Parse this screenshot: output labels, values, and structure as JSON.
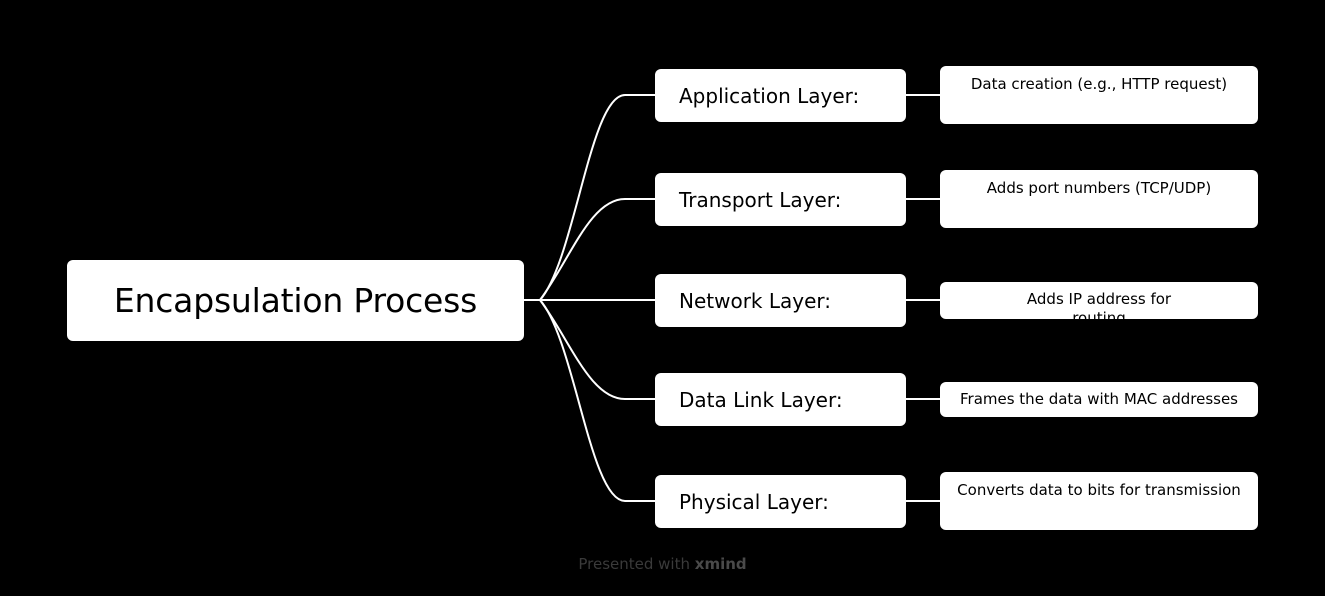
{
  "root": {
    "label": "Encapsulation Process"
  },
  "layers": [
    {
      "label": "Application Layer:",
      "description": "Data creation (e.g., HTTP request)"
    },
    {
      "label": "Transport Layer:",
      "description": "Adds port numbers (TCP/UDP)"
    },
    {
      "label": "Network Layer:",
      "description": "Adds IP address for routing"
    },
    {
      "label": "Data Link Layer:",
      "description": "Frames the data with MAC addresses"
    },
    {
      "label": "Physical Layer:",
      "description": "Converts data to bits for transmission"
    }
  ],
  "footer": {
    "prefix": "Presented with",
    "brand": "xmind"
  },
  "colors": {
    "background": "#000000",
    "node": "#ffffff",
    "connector": "#ffffff",
    "footer": "#3a3a3a"
  }
}
